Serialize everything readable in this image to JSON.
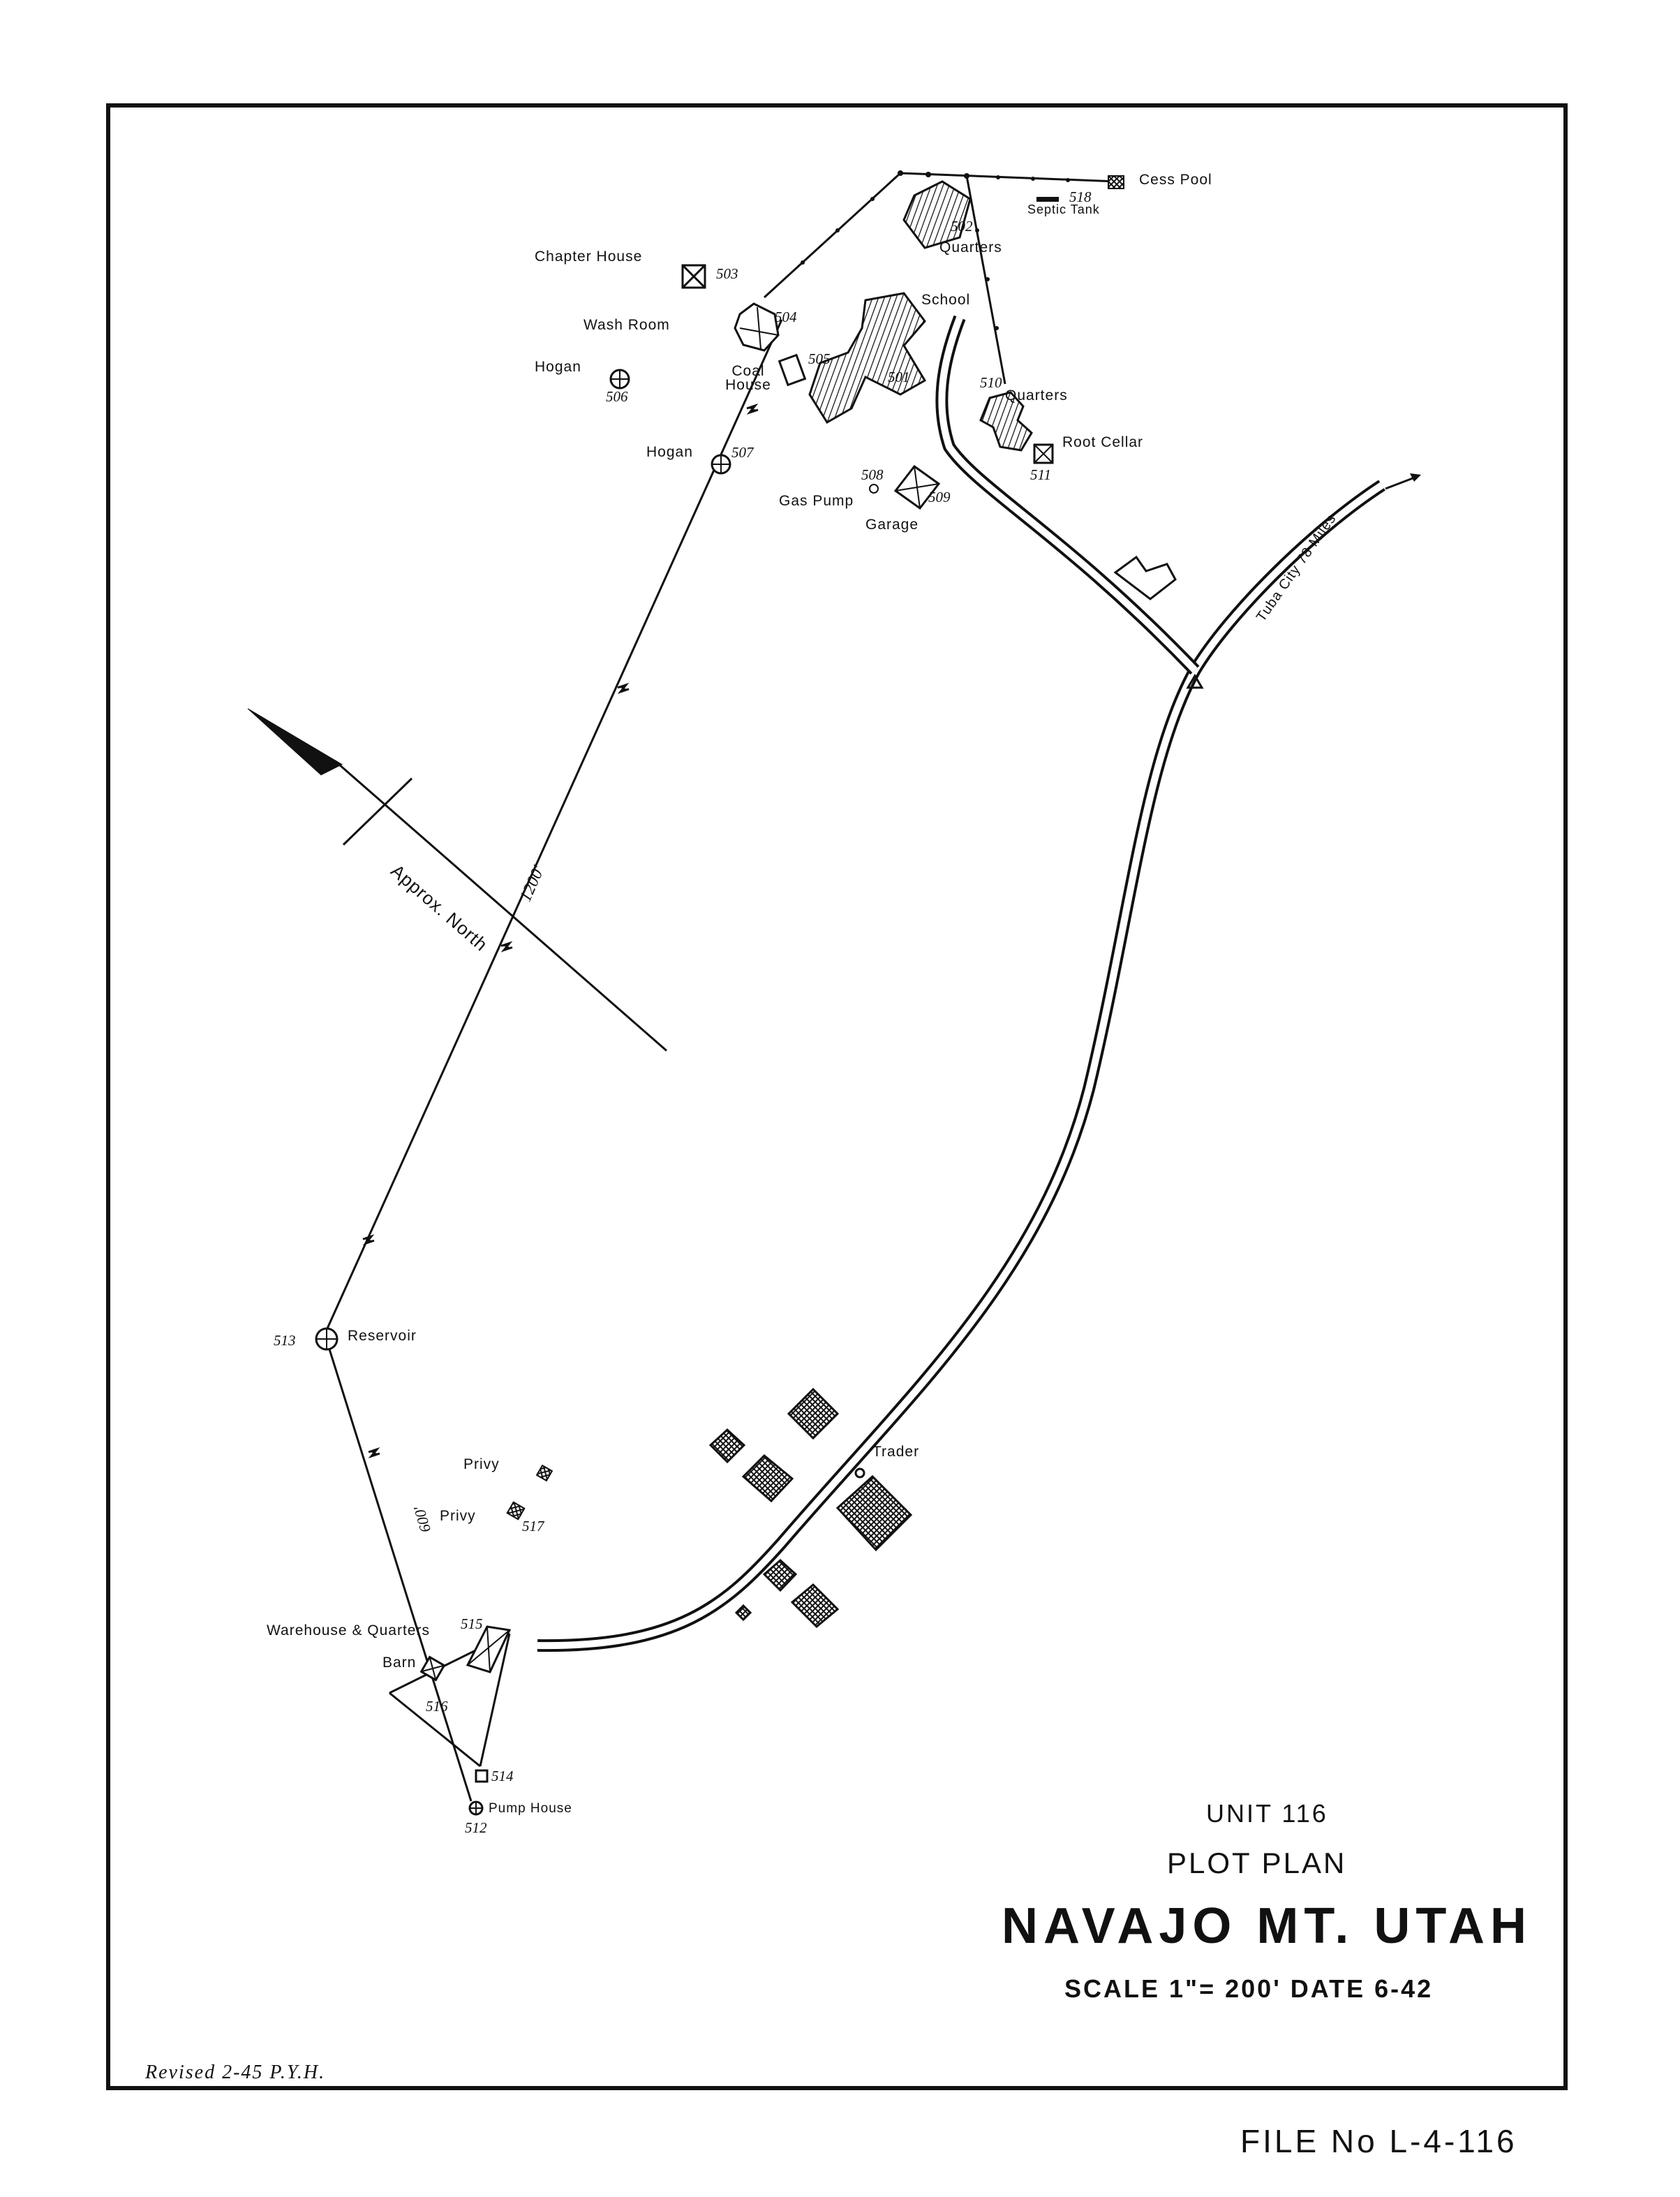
{
  "title": {
    "unit": "UNIT 116",
    "plan": "PLOT PLAN",
    "place": "NAVAJO MT. UTAH",
    "scale_date": "SCALE 1\"= 200'  DATE 6-42"
  },
  "file_number": "FILE No L-4-116",
  "revision": "Revised   2-45   P.Y.H.",
  "north_arrow": {
    "label": "Approx. North"
  },
  "road_label": "Tuba City 78 Miles",
  "line_labels": {
    "long_run": "1200'",
    "short_run": "600'"
  },
  "buildings": [
    {
      "key": "cess_pool",
      "name": "Cess Pool",
      "number": ""
    },
    {
      "key": "septic_tank",
      "name": "Septic Tank",
      "number": "518"
    },
    {
      "key": "quarters_502",
      "name": "Quarters",
      "number": "502"
    },
    {
      "key": "chapter_house",
      "name": "Chapter House",
      "number": "503"
    },
    {
      "key": "wash_room",
      "name": "Wash Room",
      "number": "504"
    },
    {
      "key": "school",
      "name": "School",
      "number": "501"
    },
    {
      "key": "hogan_506",
      "name": "Hogan",
      "number": "506"
    },
    {
      "key": "coal_house",
      "name": "Coal House",
      "number": "505"
    },
    {
      "key": "quarters_510",
      "name": "Quarters",
      "number": "510"
    },
    {
      "key": "root_cellar",
      "name": "Root Cellar",
      "number": "511"
    },
    {
      "key": "hogan_507",
      "name": "Hogan",
      "number": "507"
    },
    {
      "key": "gas_pump",
      "name": "Gas Pump",
      "number": "508"
    },
    {
      "key": "garage",
      "name": "Garage",
      "number": "509"
    },
    {
      "key": "reservoir",
      "name": "Reservoir",
      "number": "513"
    },
    {
      "key": "trader",
      "name": "Trader",
      "number": ""
    },
    {
      "key": "privy_1",
      "name": "Privy",
      "number": ""
    },
    {
      "key": "privy_517",
      "name": "Privy",
      "number": "517"
    },
    {
      "key": "warehouse",
      "name": "Warehouse & Quarters",
      "number": "515"
    },
    {
      "key": "barn",
      "name": "Barn",
      "number": "516"
    },
    {
      "key": "building_514",
      "name": "",
      "number": "514"
    },
    {
      "key": "pump_house",
      "name": "Pump House",
      "number": "512"
    }
  ]
}
